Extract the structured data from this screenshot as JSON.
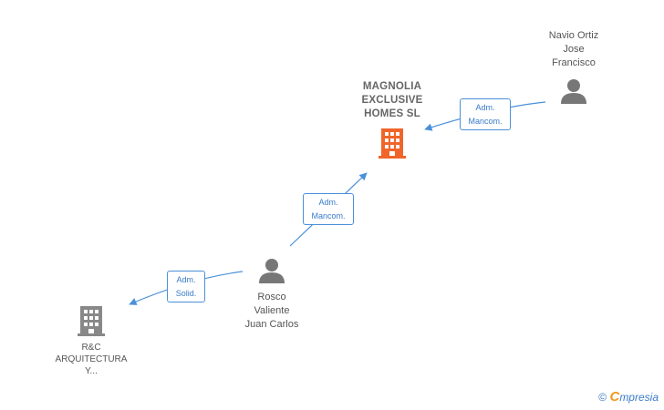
{
  "nodes": {
    "magnolia": {
      "label": "MAGNOLIA\nEXCLUSIVE\nHOMES  SL",
      "type": "company",
      "color": "#f0652a"
    },
    "navio": {
      "label": "Navio Ortiz\nJose\nFrancisco",
      "type": "person",
      "color": "#777777"
    },
    "rosco": {
      "label": "Rosco\nValiente\nJuan Carlos",
      "type": "person",
      "color": "#777777"
    },
    "rc": {
      "label": "R&C\nARQUITECTURA\nY...",
      "type": "company",
      "color": "#888888"
    }
  },
  "edges": {
    "navio_magnolia": {
      "label": "Adm.\nMancom."
    },
    "rosco_magnolia": {
      "label": "Adm.\nMancom."
    },
    "rosco_rc": {
      "label": "Adm.\nSolid."
    }
  },
  "colors": {
    "edge": "#4a90d9"
  },
  "watermark": {
    "copyright": "©",
    "e": "C",
    "brand": "mpresia"
  }
}
